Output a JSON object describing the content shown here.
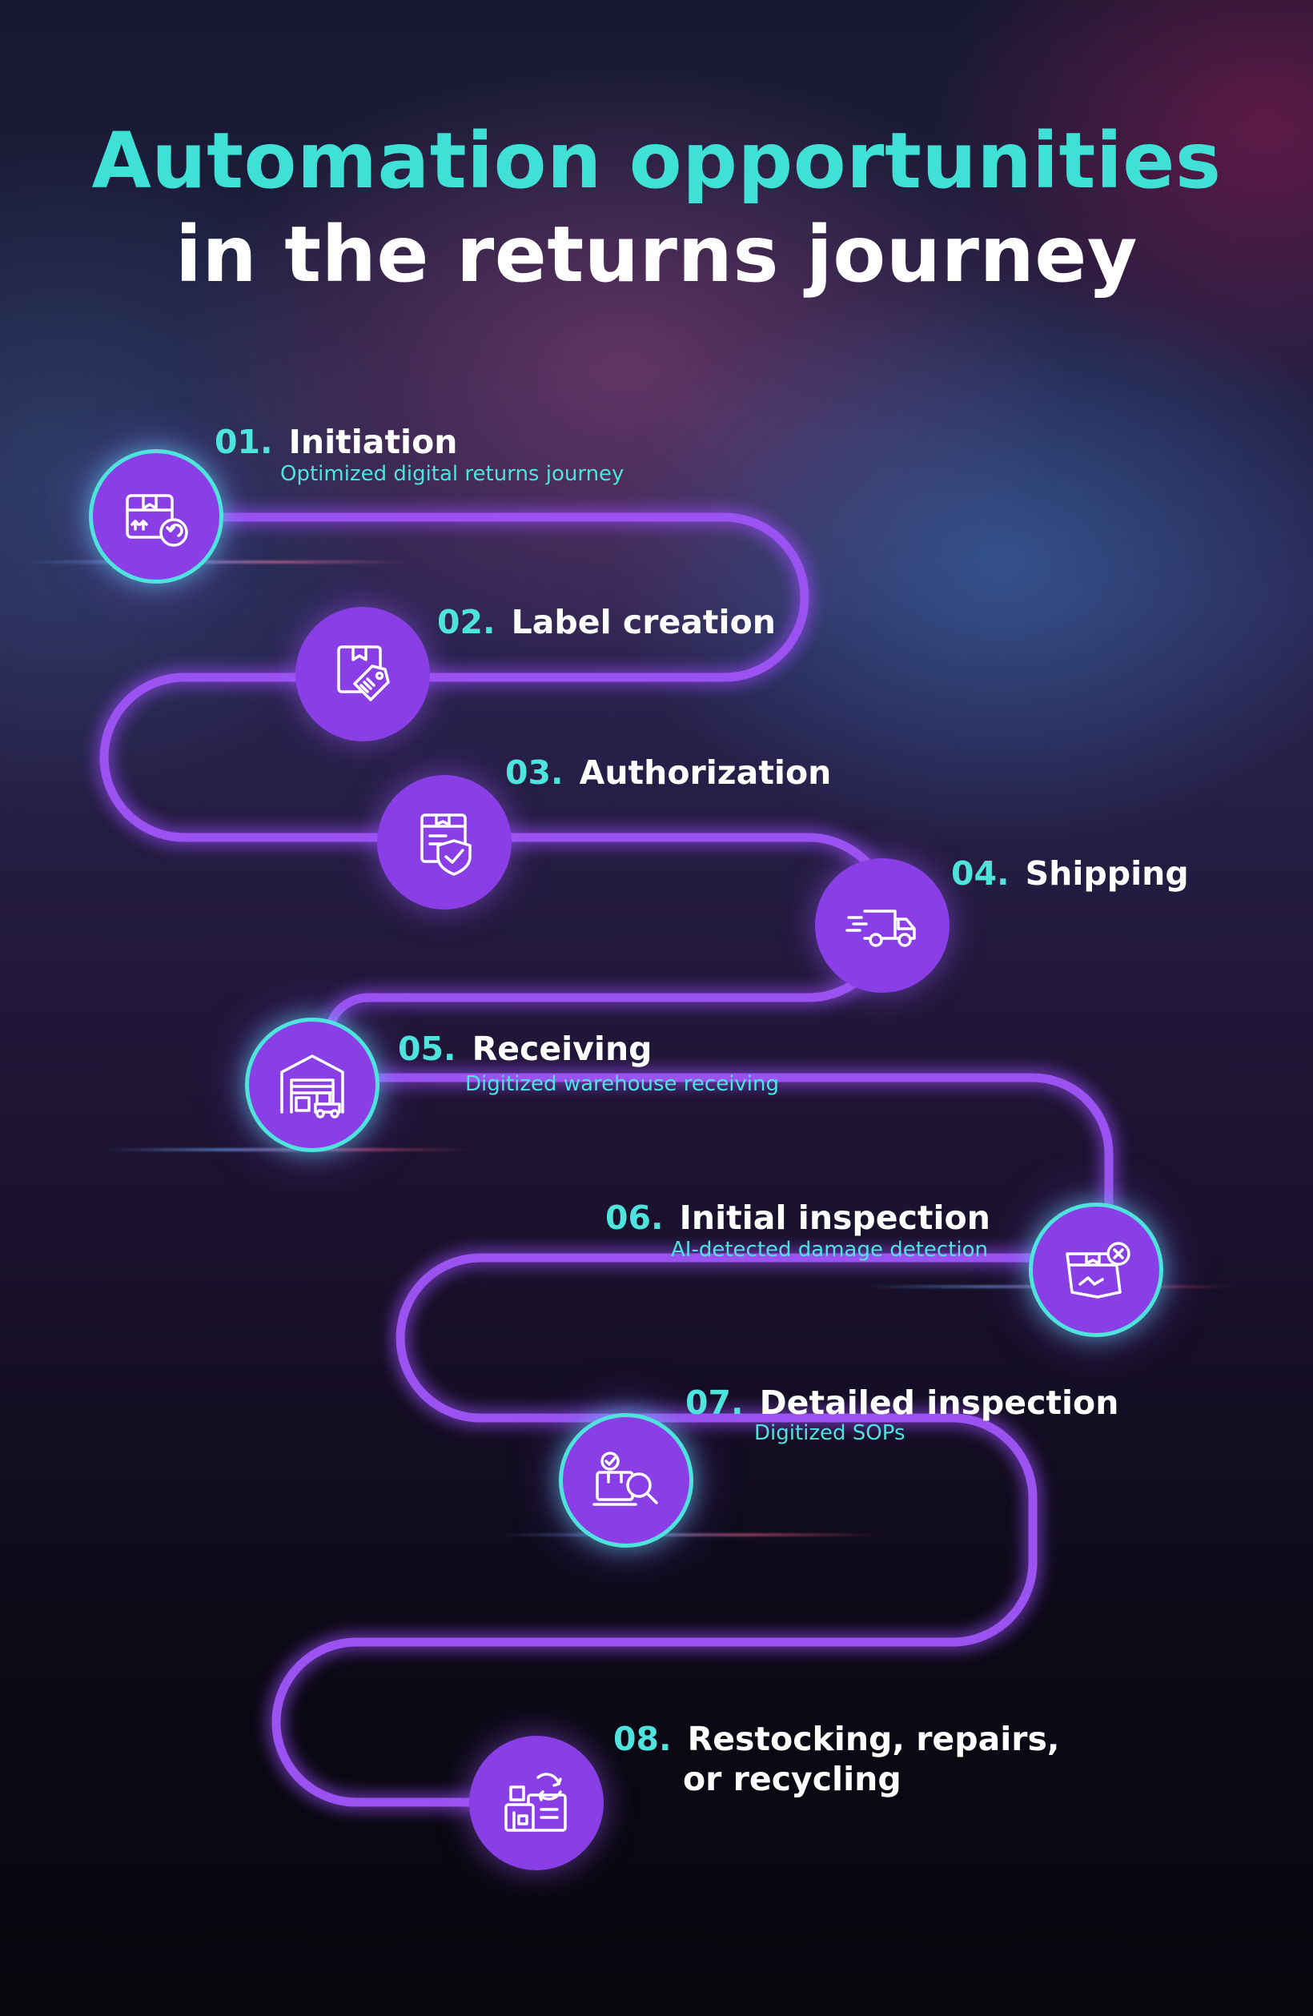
{
  "title": {
    "line1": "Automation opportunities",
    "line2": "in the returns journey"
  },
  "steps": [
    {
      "num": "01.",
      "title": "Initiation",
      "subtitle": "Optimized digital returns journey",
      "icon": "box-return-icon"
    },
    {
      "num": "02.",
      "title": "Label creation",
      "icon": "box-label-tag-icon"
    },
    {
      "num": "03.",
      "title": "Authorization",
      "icon": "box-shield-check-icon"
    },
    {
      "num": "04.",
      "title": "Shipping",
      "icon": "delivery-truck-icon"
    },
    {
      "num": "05.",
      "title": "Receiving",
      "subtitle": "Digitized warehouse receiving",
      "icon": "warehouse-icon"
    },
    {
      "num": "06.",
      "title": "Initial inspection",
      "subtitle": "AI-detected damage detection",
      "icon": "damaged-box-icon"
    },
    {
      "num": "07.",
      "title": "Detailed inspection",
      "subtitle": "Digitized SOPs",
      "icon": "box-magnifier-icon"
    },
    {
      "num": "08.",
      "title_line1": "Restocking, repairs,",
      "title_line2": "or recycling",
      "icon": "recycle-boxes-icon"
    }
  ],
  "colors": {
    "accent_teal": "#4fe3de",
    "node_purple": "#8a3fe6",
    "path_purple": "#9a52f0"
  }
}
